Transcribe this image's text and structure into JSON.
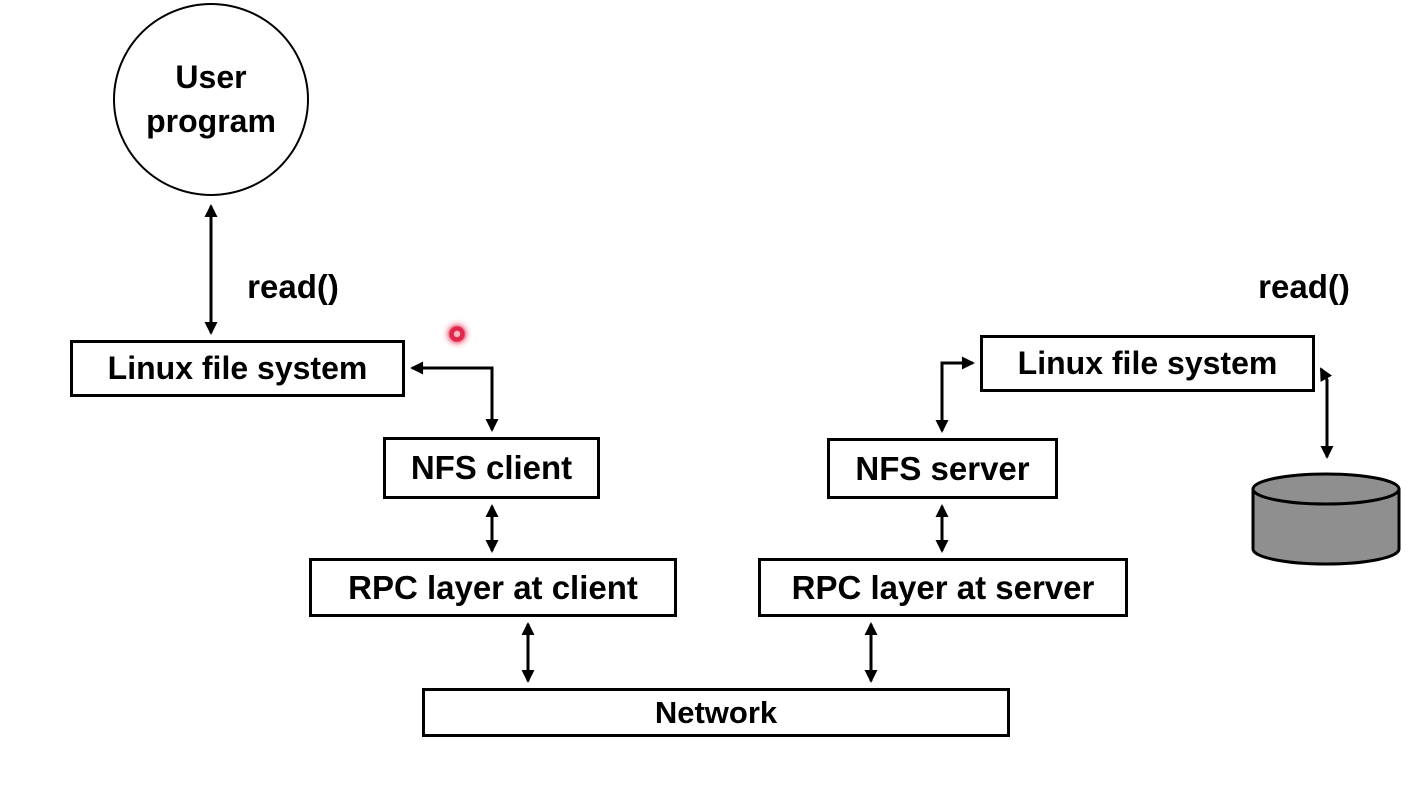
{
  "diagram": {
    "background": "#ffffff",
    "line_color": "#000000",
    "nodes": {
      "user_program": {
        "label": "User\nprogram",
        "shape": "circle"
      },
      "linux_fs_client": {
        "label": "Linux file system",
        "shape": "rect"
      },
      "nfs_client": {
        "label": "NFS client",
        "shape": "rect"
      },
      "rpc_client": {
        "label": "RPC layer at client",
        "shape": "rect"
      },
      "network": {
        "label": "Network",
        "shape": "rect"
      },
      "rpc_server": {
        "label": "RPC layer at server",
        "shape": "rect"
      },
      "nfs_server": {
        "label": "NFS server",
        "shape": "rect"
      },
      "linux_fs_server": {
        "label": "Linux file system",
        "shape": "rect"
      },
      "disk": {
        "label": "",
        "shape": "cylinder",
        "fill": "#8f8f8f"
      }
    },
    "annotations": {
      "read_client": "read()",
      "read_server": "read()"
    },
    "pointer": {
      "type": "laser-dot",
      "color": "#e0264a"
    },
    "edges": [
      {
        "from": "user_program",
        "to": "linux_fs_client",
        "style": "double-arrow"
      },
      {
        "from": "linux_fs_client",
        "to": "nfs_client",
        "style": "double-arrow-elbow"
      },
      {
        "from": "nfs_client",
        "to": "rpc_client",
        "style": "double-arrow"
      },
      {
        "from": "rpc_client",
        "to": "network",
        "style": "double-arrow"
      },
      {
        "from": "network",
        "to": "rpc_server",
        "style": "double-arrow"
      },
      {
        "from": "rpc_server",
        "to": "nfs_server",
        "style": "double-arrow"
      },
      {
        "from": "nfs_server",
        "to": "linux_fs_server",
        "style": "double-arrow-elbow"
      },
      {
        "from": "linux_fs_server",
        "to": "disk",
        "style": "double-arrow"
      }
    ]
  }
}
